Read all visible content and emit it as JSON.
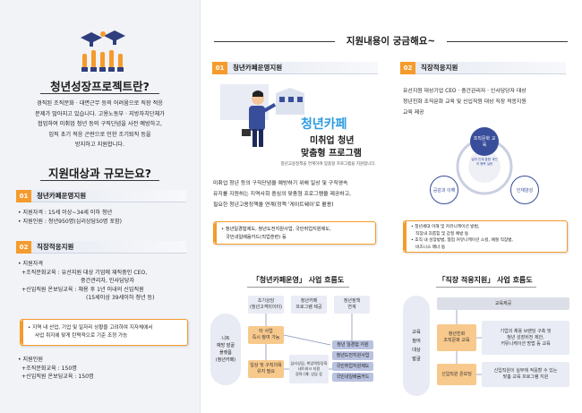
{
  "left": {
    "title": "청년성장프로젝트란?",
    "intro": [
      "경직된 조직문화 · 대면근무 등의 어려움으로 직장 적응",
      "문제가 많아지고 있습니다. 고용노동부 · 지방자치단체가",
      "협업하여 미취업 청년 등의 구직단념을 사전 예방하고,",
      "입직 초기 적응 곤란으로 인한 조기퇴직 등을",
      "방지하고 지원합니다."
    ],
    "scale_title": "지원대상과 규모는요?",
    "sec1": {
      "num": "01",
      "label": "청년카페운영지원"
    },
    "sec1_lines": [
      "• 지원자격 : 15세 이상~34세 이하 청년",
      "• 지원인원 : 청년950명(심리상담50명 포함)"
    ],
    "sec2": {
      "num": "02",
      "label": "직장적응지원"
    },
    "sec2_head": "• 지원자격",
    "sec2_lines": [
      "+조직문화교육 : 유선지원 대상 기업에 재직중인 CEO,",
      "중간관리자, 인사담당자",
      "+신입직원 온보딩교육 : 채용 후 1년 이내의 신입직원",
      "(15세이상 39세이하 청년 등)"
    ],
    "sec2_note": [
      "• 지역 내 산업, 기업 및 일자리 상황을 고려하여 지자체에서",
      "사업 취지에 맞게 탄력적으로 기준 조정 가능"
    ],
    "sec2_count_head": "• 지원인원",
    "sec2_counts": [
      "+조직문화교육 : 150명",
      "+신입직원 온보딩교육 : 150명"
    ]
  },
  "right": {
    "title": "지원내용이  궁금해요~",
    "sec1": {
      "num": "01",
      "label": "청년카페운영지원"
    },
    "cafe_graphic": {
      "headline": "청년카페",
      "sub1": "미취업 청년",
      "sub2": "맞춤형 프로그램",
      "caption": "청년고용정책을 연계하여 맞춤형 프로그램을 지원합니다."
    },
    "cafe_desc": [
      "미취업 청년 등의 구직단념을 예방하기 위해 일상 및 구직영속",
      "유지를 지원하는 지역사회 중심의 맞춤형 프로그램을 제공하고,",
      "필요한 청년고용정책을 연계(정책 '게이트웨이'로 활용)"
    ],
    "cafe_box": [
      "• 청년일경험제도, 청년도전지원사업, 국민취업지원제도,",
      "국민내일배움카드(직업훈련) 등"
    ],
    "sec2": {
      "num": "02",
      "label": "직장적응지원"
    },
    "work_desc": [
      "유선지원 대상기업 CEO · 중간관리자 · 인사담당자 대상",
      "청년친화 조직문화 교육 및 신입직원 대상 직장 적응지원",
      "교육 제공"
    ],
    "cycle": {
      "top": "조직문화 교육",
      "center": "일과 인재 통합 개인의 행복 실현",
      "left": "공감과 이해",
      "right": "인재양성"
    },
    "work_box": [
      "• 청년세대 이해 및 커뮤니케이션 방법,",
      "직장내 괴롭힘 및 갑질 예방 등",
      "• 조직 내 성장방법, 협업 커뮤니케이션 스킬, 예절 직장법,",
      "비즈니스 매너 등"
    ],
    "flow1": {
      "title": "「청년카페운영」 사업 흐름도",
      "left_label": "니트\n예방 발굴\n플랫폼\n(청년카페)",
      "col1_head": "초기상담\n(청년고객미이터)",
      "col2_head": "청년카페\n프로그램 제공",
      "col3_head": "청년정책\n연계",
      "m1": "타 사업\n즉시 참여 가능",
      "m2": "일상 및 구직의욕\n유지 필요",
      "m3": "심리상담, 취업역량강화\n네트워크 지원\n경력 (예: 상담 등",
      "r1": "청년 일경험 지원",
      "r2": "청년도전지원사업",
      "r3": "국민취업지원제도",
      "r4": "국민내일배움카드"
    },
    "flow2": {
      "title": "「직장 적응지원」 사업 흐름도",
      "left_label": "교육\n참여\n대상\n발굴",
      "top": "교육제공",
      "a1": "청년친화\n조직문화 교육",
      "b1": "기업의 채용 브랜딩 구축 및\n청년 성장비전 제안,\n커뮤니케이션 방법 등 교육",
      "a2": "신입직원 온보딩",
      "b2": "신입직원이 실무에 적응할 수 있는\n맞춤 교육 프로그램 지원"
    }
  }
}
